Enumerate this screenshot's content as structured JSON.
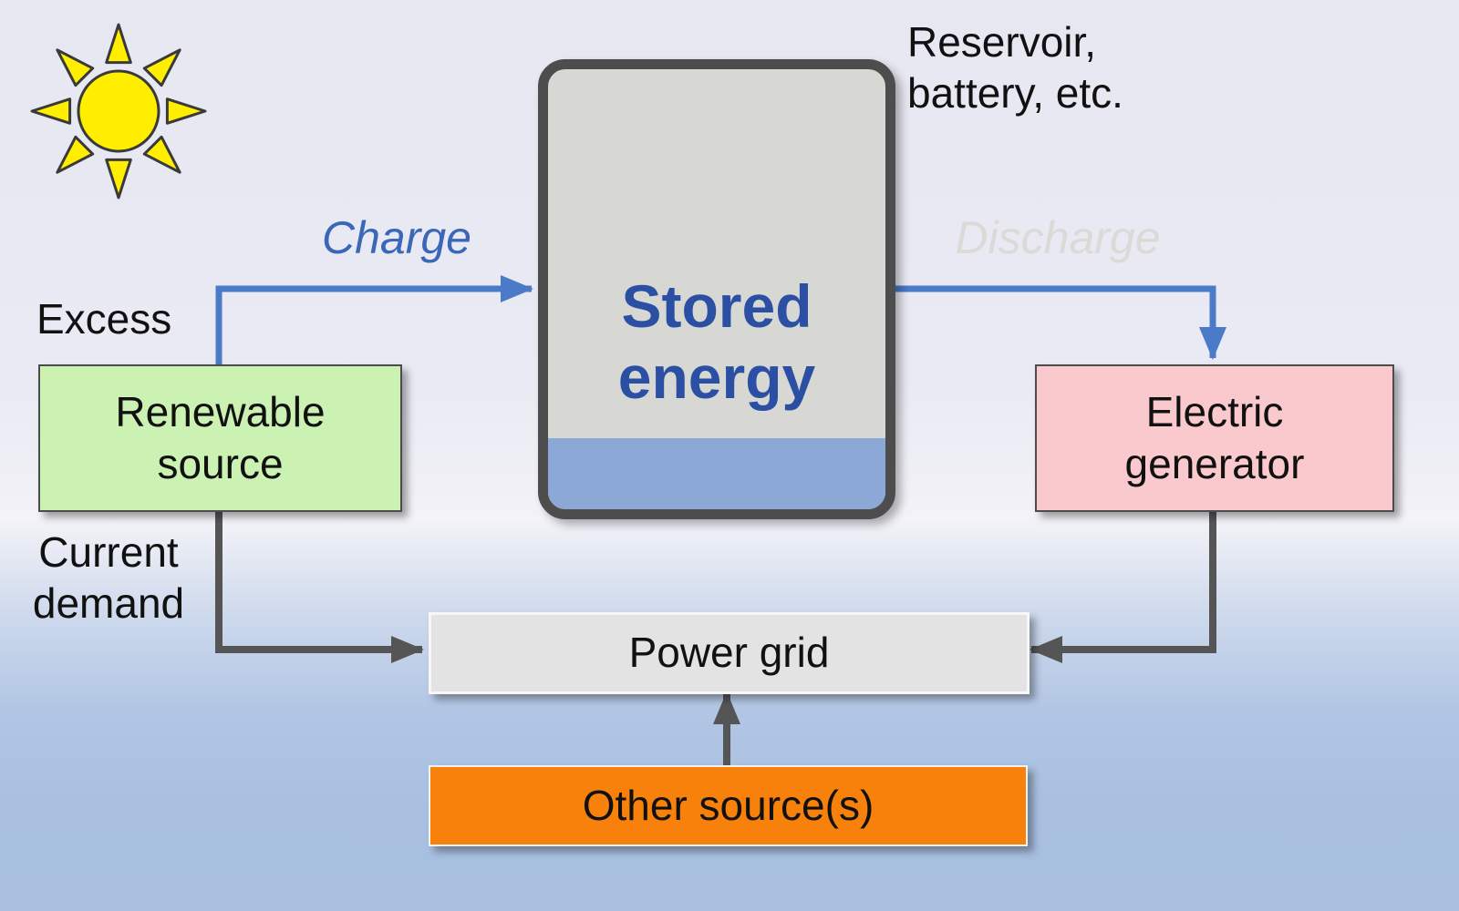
{
  "diagram": {
    "annotations": {
      "reservoir_note": "Reservoir,\nbattery, etc.",
      "excess": "Excess",
      "current_demand": "Current\ndemand"
    },
    "flows": {
      "charge": "Charge",
      "discharge": "Discharge"
    },
    "nodes": {
      "stored_energy": "Stored\nenergy",
      "renewable_source": "Renewable\nsource",
      "electric_generator": "Electric\ngenerator",
      "power_grid": "Power grid",
      "other_sources": "Other source(s)"
    },
    "colors": {
      "charge_arrow_blue": "#4a7ac8",
      "demand_arrow_gray": "#555555",
      "discharge_label": "#dadad6",
      "stored_energy_text": "#2b4fa3",
      "storage_fill": "#d7d7d4",
      "storage_level_fill": "#8ba8d7",
      "renewable_fill": "#ccf2b3",
      "generator_fill": "#f9c9cd",
      "grid_fill": "#e3e3e3",
      "other_fill": "#f8810c",
      "sun_fill": "#ffee00"
    }
  }
}
